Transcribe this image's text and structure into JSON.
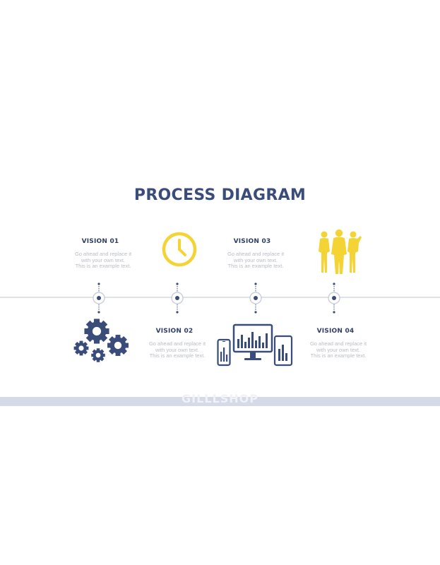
{
  "title": "PROCESS DIAGRAM",
  "steps": [
    {
      "heading": "VISION 01",
      "desc": [
        "Go ahead and replace it",
        "with your own text.",
        "This is an example text."
      ],
      "icon": "gears-icon"
    },
    {
      "heading": "VISION 02",
      "desc": [
        "Go ahead and replace it",
        "with your own text.",
        "This is an example text."
      ],
      "icon": "clock-icon"
    },
    {
      "heading": "VISION 03",
      "desc": [
        "Go ahead and replace it",
        "with your own text.",
        "This is an example text."
      ],
      "icon": "devices-chart-icon"
    },
    {
      "heading": "VISION 04",
      "desc": [
        "Go ahead and replace it",
        "with your own text.",
        "This is an example text."
      ],
      "icon": "business-team-icon"
    }
  ],
  "watermark": "GILLLSHOP",
  "colors": {
    "primary": "#3a4d7a",
    "accent": "#f4d435",
    "muted": "#b9bcc4",
    "band": "#d4dae8"
  }
}
